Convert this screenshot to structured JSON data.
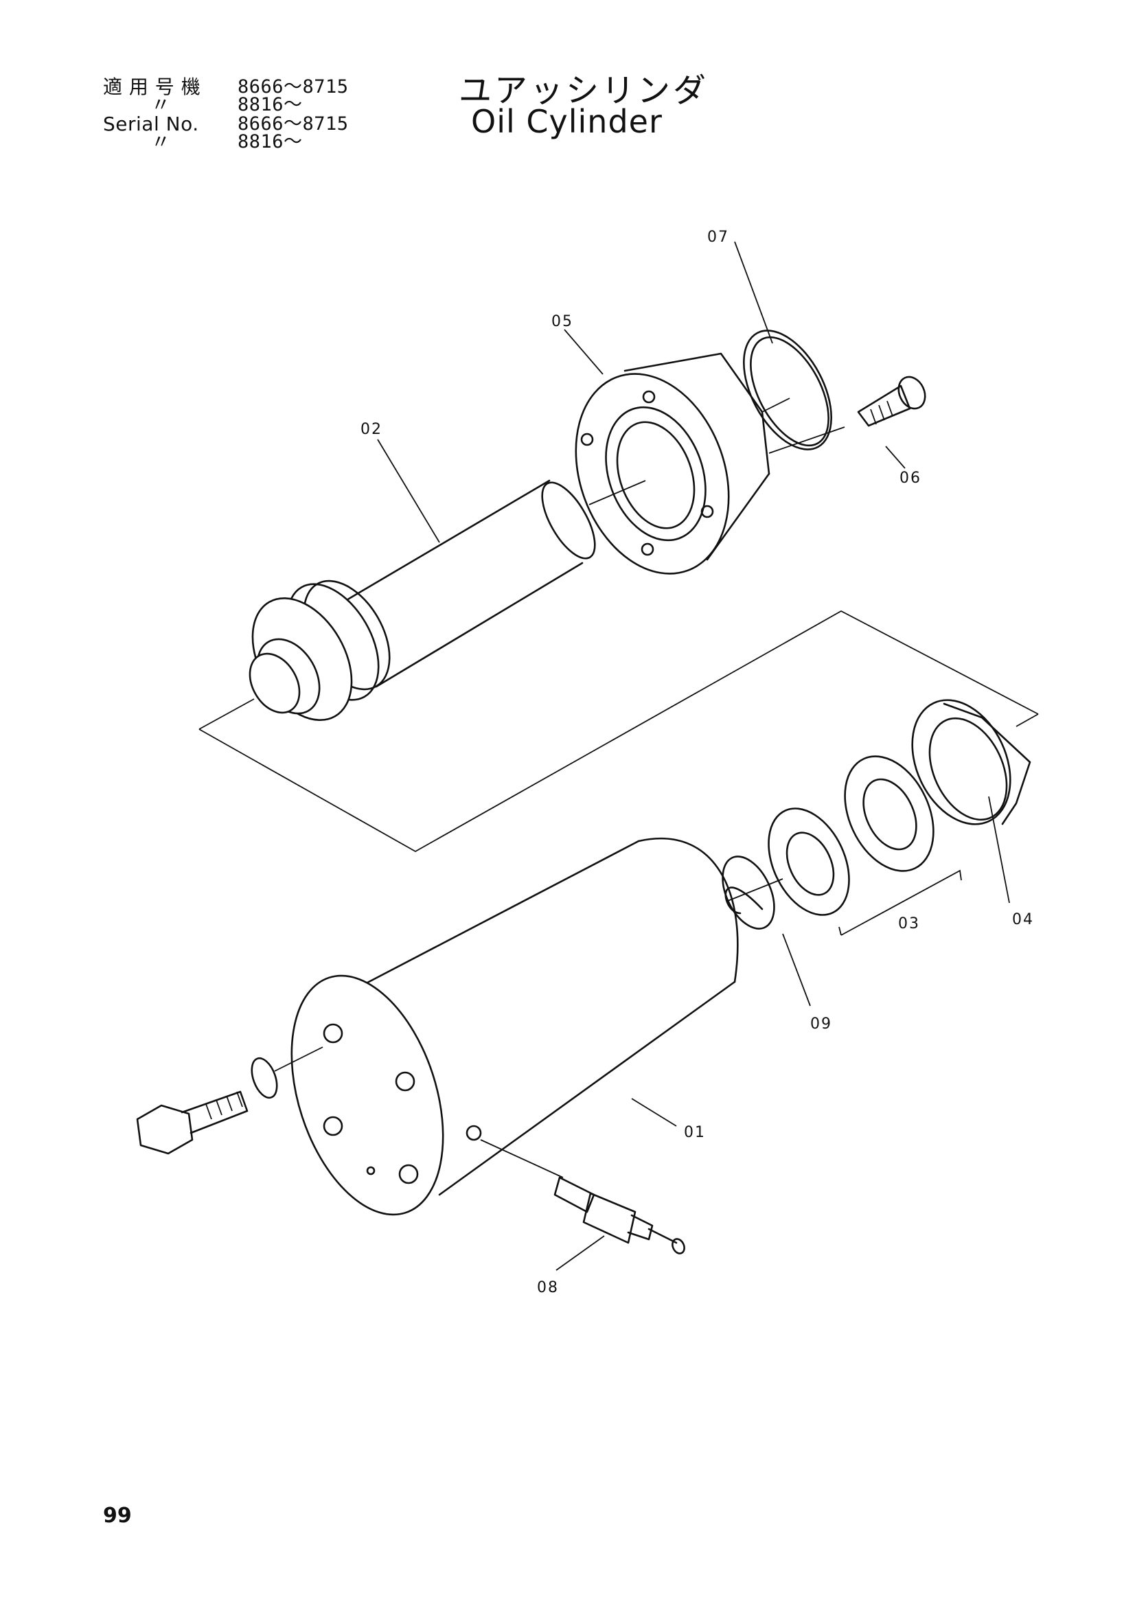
{
  "header": {
    "rows": [
      {
        "label": "適 用 号 機",
        "value": "8666～8715"
      },
      {
        "label": "〃",
        "value": "8816～"
      },
      {
        "label": "Serial  No.",
        "value": "8666～8715"
      },
      {
        "label": "〃",
        "value": "8816～"
      }
    ],
    "title_jp": "ユアッシリンダ",
    "title_en": "Oil   Cylinder"
  },
  "callouts": {
    "p01": "01",
    "p02": "02",
    "p03": "03",
    "p04": "04",
    "p05": "05",
    "p06": "06",
    "p07": "07",
    "p08": "08",
    "p09": "09"
  },
  "page_number": "99"
}
